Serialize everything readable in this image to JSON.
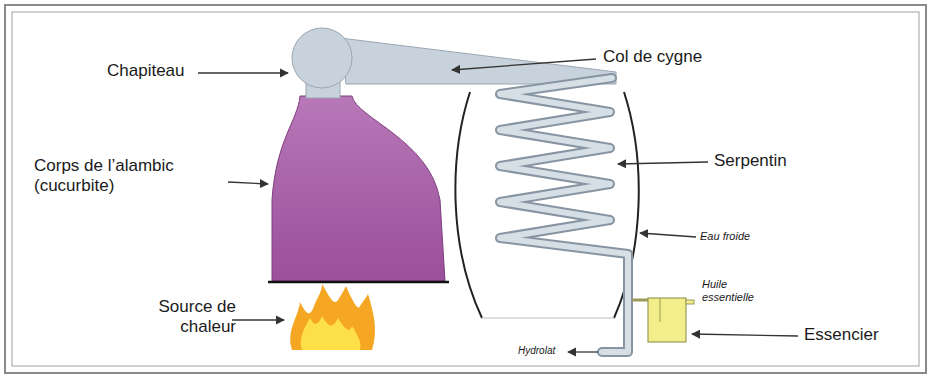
{
  "diagram": {
    "labels": [
      "Chapiteau",
      "Col de cygne",
      "Corps de l’alambic (cucurbite)",
      "Serpentin",
      "Eau froide",
      "Source de chaleur",
      "Huile essentielle",
      "Essencier",
      "Hydrolat"
    ]
  }
}
